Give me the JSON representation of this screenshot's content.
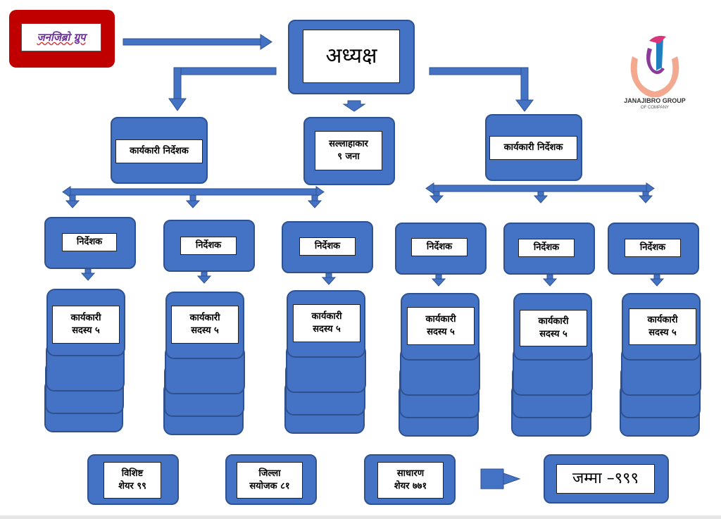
{
  "brand": {
    "name": "जनजिब्रो ग्रुप"
  },
  "logo": {
    "title": "JANAJIBRO GROUP",
    "subtitle": "OF COMPANY",
    "icon": "hands-logo-icon"
  },
  "top": {
    "chairman": "अध्यक्ष"
  },
  "second_level": {
    "left_director": "कार्यकारी निर्देशक",
    "advisors": "सल्लाहाकार\n९ जना",
    "right_director": "कार्यकारी निर्देशक"
  },
  "directors": [
    "निर्देशक",
    "निर्देशक",
    "निर्देशक",
    "निर्देशक",
    "निर्देशक",
    "निर्देशक"
  ],
  "members": [
    "कार्यकारी\nसदस्य ५",
    "कार्यकारी\nसदस्य ५",
    "कार्यकारी\nसदस्य ५",
    "कार्यकारी\nसदस्य ५",
    "कार्यकारी\nसदस्य ५",
    "कार्यकारी\nसदस्य ५"
  ],
  "summary": {
    "special": "विशिष्ट\nशेयर ९९",
    "district": "जिल्ला\nसयोजक ८१",
    "general": "साधारण\nशेयर ७७१",
    "total": "जम्मा –९९९"
  },
  "colors": {
    "box": "#4472c4",
    "box_border": "#2f528f",
    "brand_frame": "#c00000",
    "brand_text": "#7030a0"
  }
}
